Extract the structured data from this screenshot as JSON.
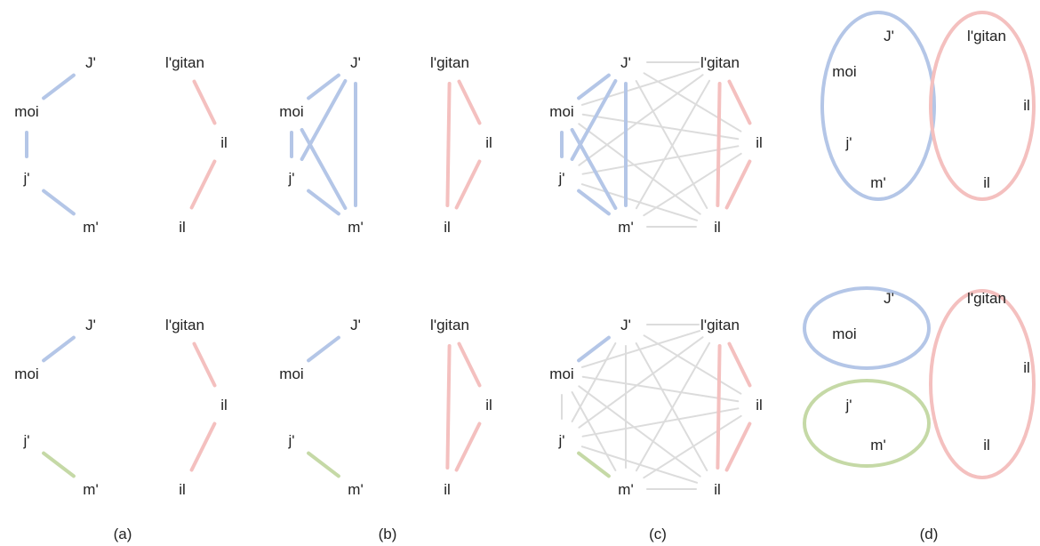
{
  "colors": {
    "blue": "#b4c6e7",
    "red": "#f4c0bf",
    "green": "#c5d9a6",
    "gray": "#dcdcdc",
    "text": "#222222"
  },
  "mentions": {
    "J": "J'",
    "moi": "moi",
    "j": "j'",
    "m": "m'",
    "gitan": "l'gitan",
    "il1": "il",
    "il2": "il"
  },
  "captions": [
    "(a)",
    "(b)",
    "(c)",
    "(d)"
  ],
  "rows": [
    {
      "a": [
        {
          "from": "J",
          "to": "moi",
          "color": "blue"
        },
        {
          "from": "moi",
          "to": "j",
          "color": "blue"
        },
        {
          "from": "j",
          "to": "m",
          "color": "blue"
        },
        {
          "from": "gitan",
          "to": "il1",
          "color": "red"
        },
        {
          "from": "il1",
          "to": "il2",
          "color": "red"
        }
      ],
      "b": [
        {
          "from": "J",
          "to": "moi",
          "color": "blue"
        },
        {
          "from": "moi",
          "to": "j",
          "color": "blue"
        },
        {
          "from": "j",
          "to": "m",
          "color": "blue"
        },
        {
          "from": "J",
          "to": "j",
          "color": "blue"
        },
        {
          "from": "moi",
          "to": "m",
          "color": "blue"
        },
        {
          "from": "J",
          "to": "m",
          "color": "blue"
        },
        {
          "from": "gitan",
          "to": "il1",
          "color": "red"
        },
        {
          "from": "il1",
          "to": "il2",
          "color": "red"
        },
        {
          "from": "gitan",
          "to": "il2",
          "color": "red"
        }
      ],
      "c_positive": [
        {
          "from": "J",
          "to": "moi",
          "color": "blue"
        },
        {
          "from": "moi",
          "to": "j",
          "color": "blue"
        },
        {
          "from": "j",
          "to": "m",
          "color": "blue"
        },
        {
          "from": "J",
          "to": "j",
          "color": "blue"
        },
        {
          "from": "moi",
          "to": "m",
          "color": "blue"
        },
        {
          "from": "J",
          "to": "m",
          "color": "blue"
        },
        {
          "from": "gitan",
          "to": "il1",
          "color": "red"
        },
        {
          "from": "il1",
          "to": "il2",
          "color": "red"
        },
        {
          "from": "gitan",
          "to": "il2",
          "color": "red"
        }
      ],
      "clusters": [
        {
          "members": [
            "J",
            "moi",
            "j",
            "m"
          ],
          "color": "blue"
        },
        {
          "members": [
            "gitan",
            "il1",
            "il2"
          ],
          "color": "red"
        }
      ]
    },
    {
      "a": [
        {
          "from": "J",
          "to": "moi",
          "color": "blue"
        },
        {
          "from": "j",
          "to": "m",
          "color": "green"
        },
        {
          "from": "gitan",
          "to": "il1",
          "color": "red"
        },
        {
          "from": "il1",
          "to": "il2",
          "color": "red"
        }
      ],
      "b": [
        {
          "from": "J",
          "to": "moi",
          "color": "blue"
        },
        {
          "from": "j",
          "to": "m",
          "color": "green"
        },
        {
          "from": "gitan",
          "to": "il1",
          "color": "red"
        },
        {
          "from": "il1",
          "to": "il2",
          "color": "red"
        },
        {
          "from": "gitan",
          "to": "il2",
          "color": "red"
        }
      ],
      "c_positive": [
        {
          "from": "J",
          "to": "moi",
          "color": "blue"
        },
        {
          "from": "j",
          "to": "m",
          "color": "green"
        },
        {
          "from": "gitan",
          "to": "il1",
          "color": "red"
        },
        {
          "from": "il1",
          "to": "il2",
          "color": "red"
        },
        {
          "from": "gitan",
          "to": "il2",
          "color": "red"
        }
      ],
      "clusters": [
        {
          "members": [
            "J",
            "moi"
          ],
          "color": "blue"
        },
        {
          "members": [
            "j",
            "m"
          ],
          "color": "green"
        },
        {
          "members": [
            "gitan",
            "il1",
            "il2"
          ],
          "color": "red"
        }
      ]
    }
  ]
}
